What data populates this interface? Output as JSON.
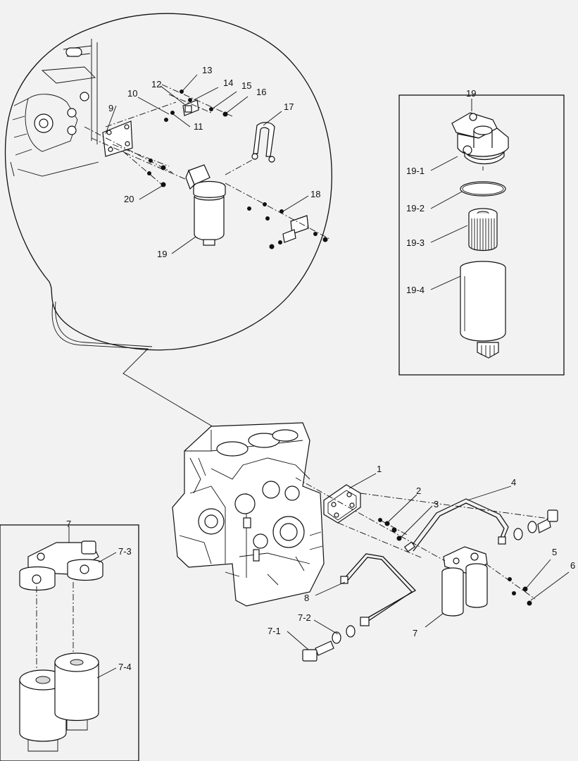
{
  "diagram": {
    "callouts": [
      {
        "id": "c-13",
        "label": "13"
      },
      {
        "id": "c-12",
        "label": "12"
      },
      {
        "id": "c-14",
        "label": "14"
      },
      {
        "id": "c-15",
        "label": "15"
      },
      {
        "id": "c-16",
        "label": "16"
      },
      {
        "id": "c-10",
        "label": "10"
      },
      {
        "id": "c-9",
        "label": "9"
      },
      {
        "id": "c-11",
        "label": "11"
      },
      {
        "id": "c-17",
        "label": "17"
      },
      {
        "id": "c-18",
        "label": "18"
      },
      {
        "id": "c-20",
        "label": "20"
      },
      {
        "id": "c-19",
        "label": "19"
      },
      {
        "id": "c-19-box",
        "label": "19"
      },
      {
        "id": "c-19-1",
        "label": "19-1"
      },
      {
        "id": "c-19-2",
        "label": "19-2"
      },
      {
        "id": "c-19-3",
        "label": "19-3"
      },
      {
        "id": "c-19-4",
        "label": "19-4"
      },
      {
        "id": "c-1",
        "label": "1"
      },
      {
        "id": "c-2",
        "label": "2"
      },
      {
        "id": "c-3",
        "label": "3"
      },
      {
        "id": "c-4",
        "label": "4"
      },
      {
        "id": "c-5",
        "label": "5"
      },
      {
        "id": "c-6",
        "label": "6"
      },
      {
        "id": "c-7",
        "label": "7"
      },
      {
        "id": "c-8",
        "label": "8"
      },
      {
        "id": "c-7-1",
        "label": "7-1"
      },
      {
        "id": "c-7-2",
        "label": "7-2"
      },
      {
        "id": "c-7-box",
        "label": "7"
      },
      {
        "id": "c-7-3",
        "label": "7-3"
      },
      {
        "id": "c-7-4",
        "label": "7-4"
      }
    ]
  }
}
